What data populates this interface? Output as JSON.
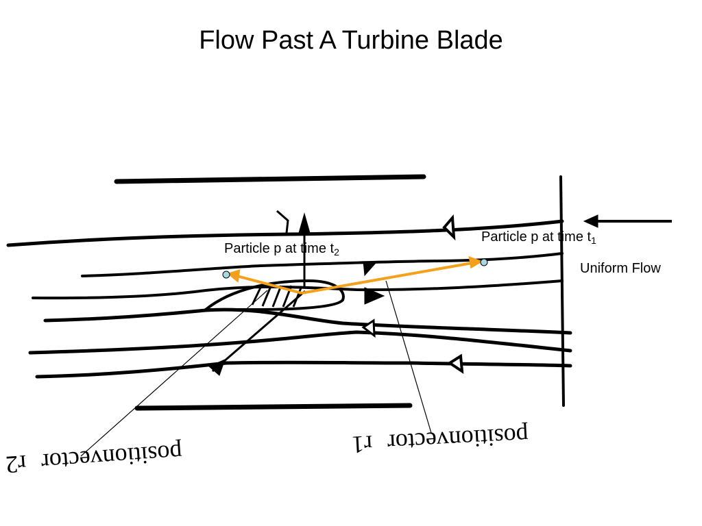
{
  "title": "Flow Past A Turbine Blade",
  "labels": {
    "particle_t1_text": "Particle p at time t",
    "particle_t1_sub": "1",
    "particle_t2_text": "Particle p at time t",
    "particle_t2_sub": "2",
    "uniform_flow": "Uniform Flow",
    "position_vector_1_text": "positionvector",
    "position_vector_1_symbol": "r1",
    "position_vector_2_text": "positionvector",
    "position_vector_2_symbol": "r2"
  },
  "colors": {
    "vector": "#f5a01a",
    "particle": "#a8d8e0",
    "ink": "#000000"
  }
}
